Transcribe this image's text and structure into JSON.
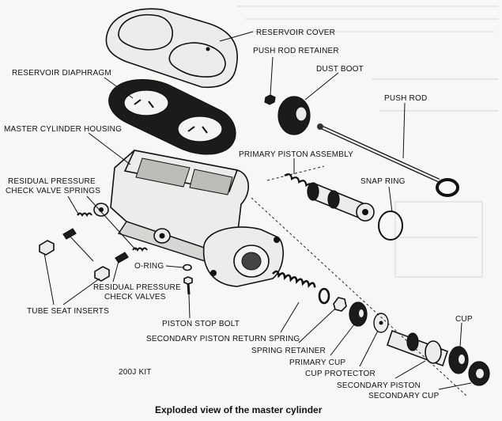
{
  "caption": "Exploded view of the master cylinder",
  "kit_label": "200J KIT",
  "labels": {
    "reservoir_cover": "RESERVOIR COVER",
    "push_rod_retainer": "PUSH ROD RETAINER",
    "dust_boot": "DUST BOOT",
    "reservoir_diaphragm": "RESERVOIR DIAPHRAGM",
    "push_rod": "PUSH ROD",
    "master_cylinder_housing": "MASTER CYLINDER HOUSING",
    "primary_piston_assembly": "PRIMARY PISTON ASSEMBLY",
    "residual_springs_1": "RESIDUAL PRESSURE",
    "residual_springs_2": "CHECK VALVE SPRINGS",
    "snap_ring": "SNAP RING",
    "o_ring": "O-RING",
    "residual_valves_1": "RESIDUAL PRESSURE",
    "residual_valves_2": "CHECK VALVES",
    "tube_seat_inserts": "TUBE SEAT INSERTS",
    "piston_stop_bolt": "PISTON STOP BOLT",
    "secondary_piston_return_spring": "SECONDARY PISTON RETURN SPRING",
    "spring_retainer": "SPRING RETAINER",
    "primary_cup": "PRIMARY CUP",
    "cup_protector": "CUP PROTECTOR",
    "cup": "CUP",
    "secondary_piston": "SECONDARY PISTON",
    "secondary_cup": "SECONDARY CUP"
  }
}
